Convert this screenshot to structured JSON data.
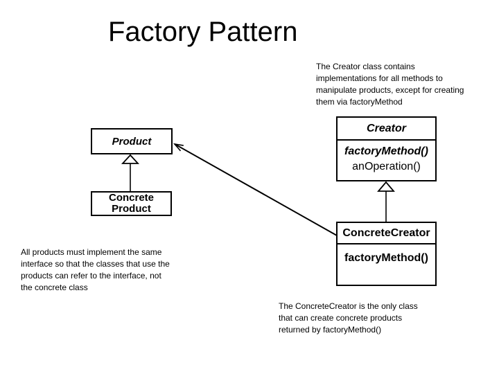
{
  "slide": {
    "title": "Factory Pattern"
  },
  "uml": {
    "product": {
      "name": "Product"
    },
    "concrete_product": {
      "name_lines": [
        "Concrete",
        "Product"
      ]
    },
    "creator": {
      "name": "Creator",
      "members": [
        "factoryMethod()",
        "anOperation()"
      ]
    },
    "concrete_creator": {
      "name": "ConcreteCreator",
      "members": [
        "factoryMethod()"
      ]
    }
  },
  "notes": {
    "creator_note_lines": [
      "The Creator class contains",
      "implementations for all methods to",
      "manipulate products, except for creating",
      "them via factoryMethod"
    ],
    "product_note_lines": [
      "All products must implement the same",
      "interface so that the classes that use the",
      "products can refer to the interface, not",
      "the concrete class"
    ],
    "concrete_creator_note_lines": [
      "The ConcreteCreator is the only class",
      "that can create concrete products",
      "returned by factoryMethod()"
    ]
  },
  "colors": {
    "background": "#ffffff",
    "ink": "#000000"
  }
}
